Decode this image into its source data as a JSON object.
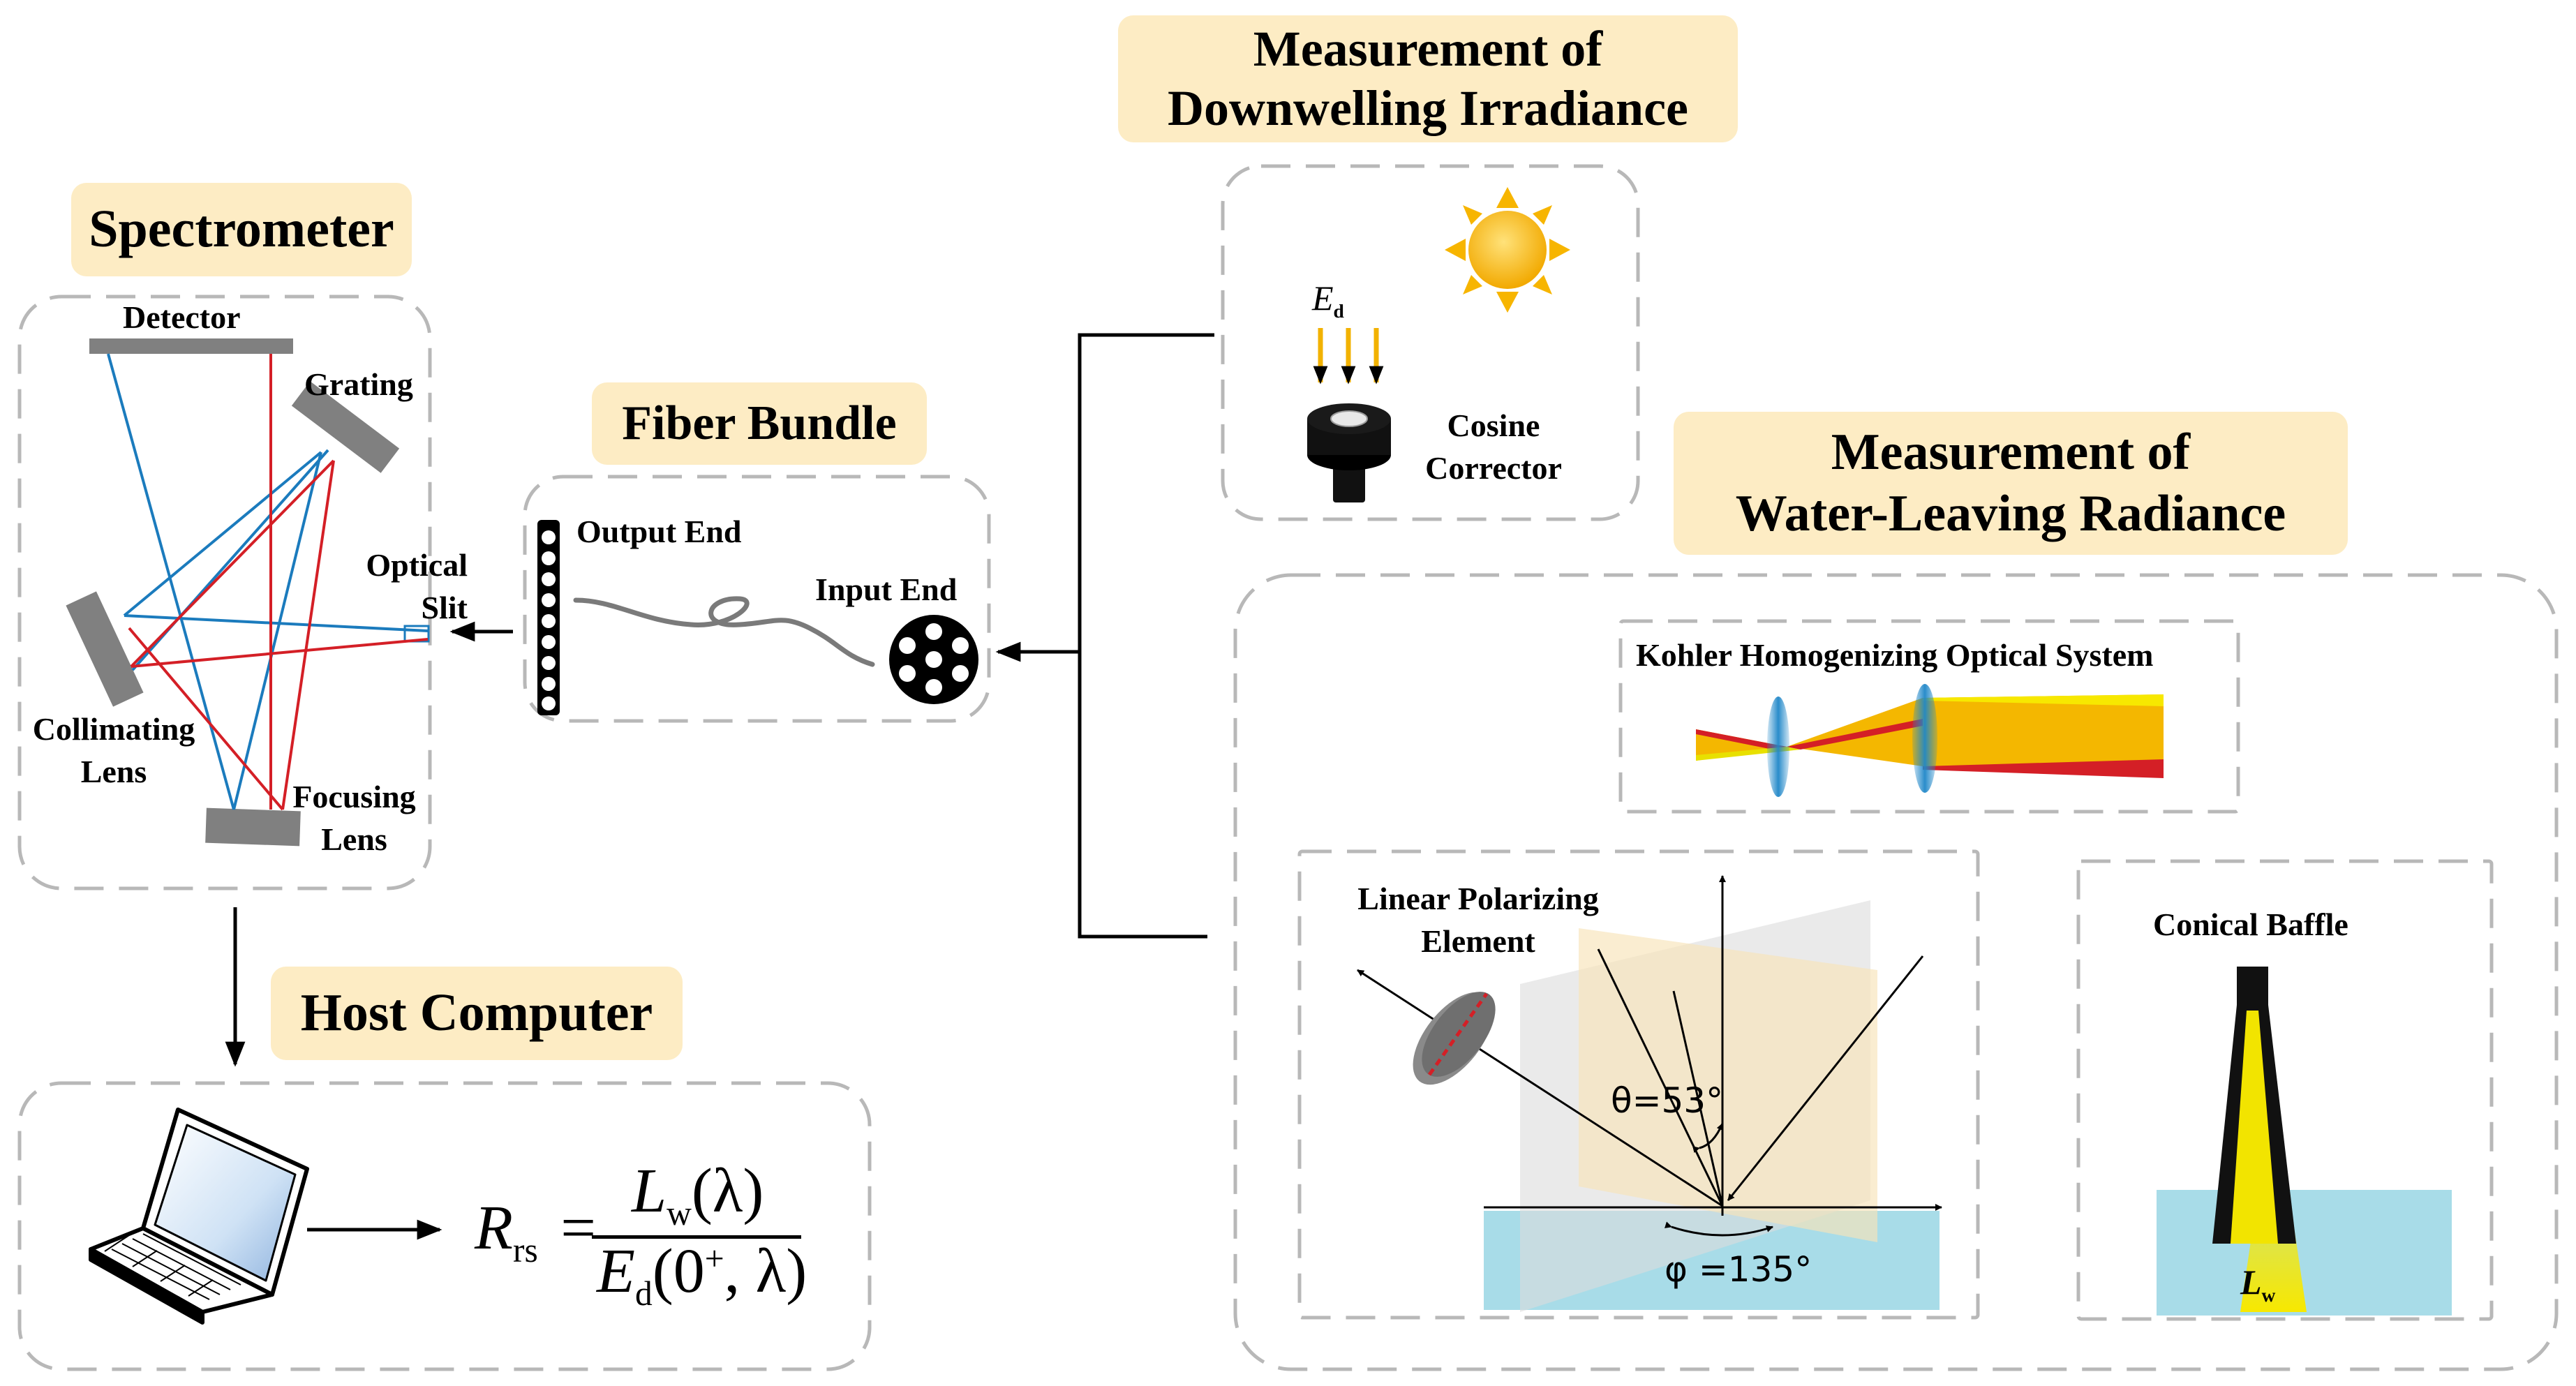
{
  "titles": {
    "spectrometer": "Spectrometer",
    "fiber_bundle": "Fiber Bundle",
    "host_computer": "Host Computer",
    "downwelling_line1": "Measurement of",
    "downwelling_line2": "Downwelling Irradiance",
    "water_leaving_line1": "Measurement of",
    "water_leaving_line2": "Water-Leaving Radiance"
  },
  "spectrometer": {
    "detector": "Detector",
    "grating": "Grating",
    "optical_slit_line1": "Optical",
    "optical_slit_line2": "Slit",
    "collimating_line1": "Collimating",
    "collimating_line2": "Lens",
    "focusing_line1": "Focusing",
    "focusing_line2": "Lens"
  },
  "fiber": {
    "output_end": "Output End",
    "input_end": "Input End"
  },
  "irradiance": {
    "ed_symbol": "E",
    "ed_subscript": "d",
    "cosine_line1": "Cosine",
    "cosine_line2": "Corrector"
  },
  "water_leaving": {
    "kohler": "Kohler Homogenizing Optical System",
    "polarizer_line1": "Linear Polarizing",
    "polarizer_line2": "Element",
    "theta": "θ=53°",
    "phi": "φ =135°",
    "baffle": "Conical Baffle",
    "lw_symbol": "L",
    "lw_subscript": "w"
  },
  "formula": {
    "lhs_symbol": "R",
    "lhs_subscript": "rs",
    "equals": "=",
    "num_symbol": "L",
    "num_subscript": "w",
    "num_arg": "(λ)",
    "den_symbol": "E",
    "den_subscript": "d",
    "den_arg_open": "(0",
    "den_arg_sup": "+",
    "den_arg_close": ", λ)"
  },
  "colors": {
    "pill_bg": "#fdecc4",
    "ray_blue": "#1b7bbd",
    "ray_red": "#d41f26",
    "mirror_gray": "#808080",
    "water": "#a8dce8",
    "sun": "#f7b500",
    "beam_yellow": "#f7e800"
  },
  "icons": [
    "sun-icon",
    "cosine-corrector-icon",
    "laptop-icon",
    "fiber-input-end-icon",
    "fiber-output-end-icon",
    "polarizer-icon",
    "conical-baffle-icon"
  ]
}
